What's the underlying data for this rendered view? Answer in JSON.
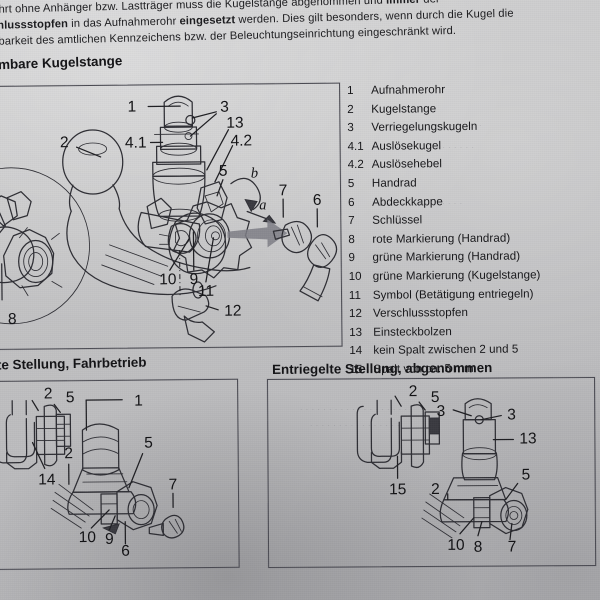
{
  "document": {
    "language": "de",
    "intro_paragraph": {
      "line1_pre": "ahrt ohne Anhänger bzw. Lastträger muss die Kugelstange abgenommen und ",
      "line1_bold": "immer",
      "line1_post": " der",
      "line2_bold": "schlussstopfen",
      "line2_mid": " in das Aufnahmerohr ",
      "line2_bold2": "eingesetzt",
      "line2_post": " werden. Dies gilt besonders, wenn durch die Kugel die",
      "line3": "ntbarkeit des amtlichen Kennzeichens bzw. der Beleuchtungseinrichtung eingeschränkt wird."
    },
    "headings": {
      "main": "nehmbare Kugelstange",
      "lower_left": "egelte Stellung, Fahrbetrieb",
      "lower_right": "Entriegelte Stellung, abgenommen"
    }
  },
  "legend": {
    "items": [
      {
        "num": "1",
        "label": "Aufnahmerohr"
      },
      {
        "num": "2",
        "label": "Kugelstange"
      },
      {
        "num": "3",
        "label": "Verriegelungskugeln"
      },
      {
        "num": "4.1",
        "label": "Auslösekugel"
      },
      {
        "num": "4.2",
        "label": "Auslösehebel"
      },
      {
        "num": "5",
        "label": "Handrad"
      },
      {
        "num": "6",
        "label": "Abdeckkappe"
      },
      {
        "num": "7",
        "label": "Schlüssel"
      },
      {
        "num": "8",
        "label": "rote Markierung (Handrad)"
      },
      {
        "num": "9",
        "label": "grüne Markierung (Handrad)"
      },
      {
        "num": "10",
        "label": "grüne Markierung (Kugelstange)"
      },
      {
        "num": "11",
        "label": "Symbol (Betätigung entriegeln)"
      },
      {
        "num": "12",
        "label": "Verschlussstopfen"
      },
      {
        "num": "13",
        "label": "Einsteckbolzen"
      },
      {
        "num": "14",
        "label": "kein Spalt zwischen 2 und 5"
      },
      {
        "num": "15",
        "label": "Spalt von ca. 5 mm"
      }
    ]
  },
  "figures": {
    "main": {
      "name": "exploded-view-detachable-towball",
      "callouts": [
        "1",
        "2",
        "3",
        "4.1",
        "4.2",
        "5",
        "6",
        "7",
        "8",
        "9",
        "10",
        "11",
        "12",
        "13"
      ],
      "motion_labels": [
        "a",
        "b"
      ]
    },
    "lower_left": {
      "name": "locked-position-driving-mode",
      "callouts": [
        "1",
        "2",
        "5",
        "6",
        "7",
        "9",
        "10",
        "14"
      ]
    },
    "lower_right": {
      "name": "unlocked-position-detached",
      "callouts": [
        "2",
        "3",
        "5",
        "7",
        "8",
        "10",
        "13",
        "15"
      ]
    }
  },
  "colors": {
    "paper": "#c4c4c6",
    "ink": "#1b1b1e",
    "line": "#2d2d33",
    "frame": "#4a4a52",
    "arrow_gray": "#7e7e86"
  }
}
